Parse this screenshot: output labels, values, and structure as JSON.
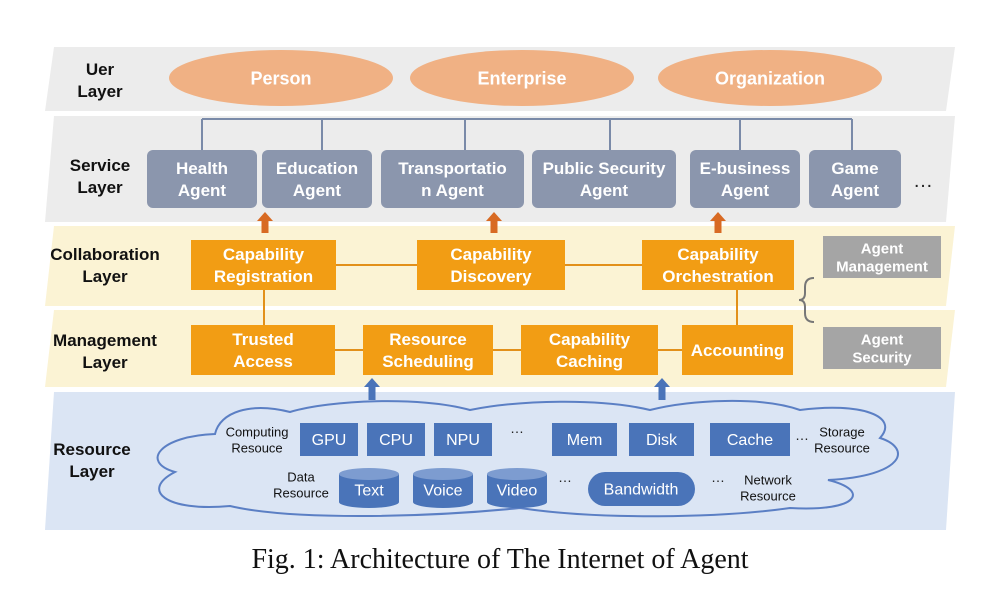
{
  "layers": {
    "user": [
      "Uer",
      "Layer"
    ],
    "service": [
      "Service",
      "Layer"
    ],
    "collaboration": [
      "Collaboration",
      "Layer"
    ],
    "management": [
      "Management",
      "Layer"
    ],
    "resource": [
      "Resource",
      "Layer"
    ]
  },
  "users": [
    "Person",
    "Enterprise",
    "Organization"
  ],
  "service_agents": [
    [
      "Health",
      "Agent"
    ],
    [
      "Education",
      "Agent"
    ],
    [
      "Transportatio",
      "n Agent"
    ],
    [
      "Public Security",
      "Agent"
    ],
    [
      "E-business",
      "Agent"
    ],
    [
      "Game",
      "Agent"
    ]
  ],
  "service_more": "…",
  "collaboration_boxes": [
    [
      "Capability",
      "Registration"
    ],
    [
      "Capability",
      "Discovery"
    ],
    [
      "Capability",
      "Orchestration"
    ]
  ],
  "management_boxes": [
    [
      "Trusted",
      "Access"
    ],
    [
      "Resource",
      "Scheduling"
    ],
    [
      "Capability",
      "Caching"
    ],
    [
      "Accounting"
    ]
  ],
  "side_boxes": [
    [
      "Agent",
      "Management"
    ],
    [
      "Agent",
      "Security"
    ]
  ],
  "resources": {
    "computing_label": [
      "Computing",
      "Resouce"
    ],
    "computing": [
      "GPU",
      "CPU",
      "NPU"
    ],
    "storage": [
      "Mem",
      "Disk",
      "Cache"
    ],
    "storage_label": [
      "Storage",
      "Resource"
    ],
    "data_label": [
      "Data",
      "Resource"
    ],
    "data": [
      "Text",
      "Voice",
      "Video"
    ],
    "network": [
      "Bandwidth"
    ],
    "network_label": [
      "Network",
      "Resource"
    ],
    "ellipsis": "…"
  },
  "caption": "Fig. 1: Architecture of The Internet of Agent",
  "colors": {
    "band_gray": "#ececec",
    "band_yellow": "#fbf3d4",
    "band_blue": "#dbe5f4",
    "user_oval": "#f0b184",
    "service_box": "#8b96ad",
    "orange_box": "#f29d14",
    "side_box": "#a5a5a5",
    "blue_box": "#4a74b9",
    "arrow_orange": "#d86a23",
    "arrow_blue": "#4a74b9"
  }
}
